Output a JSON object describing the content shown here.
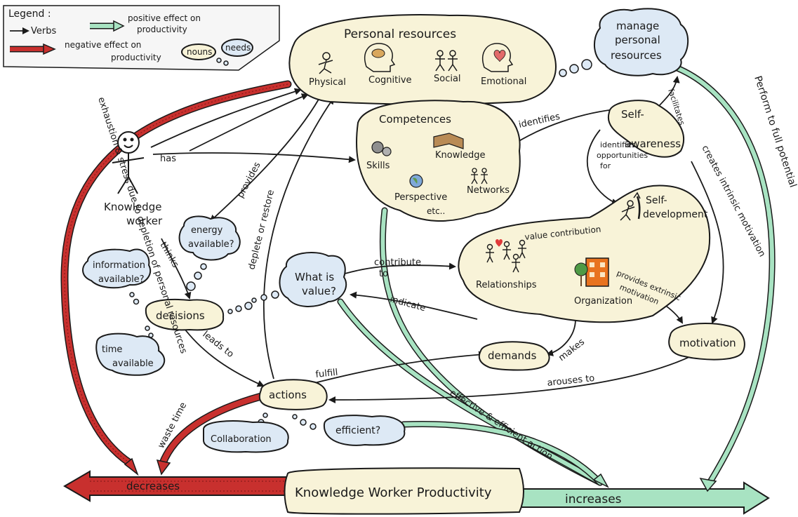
{
  "legend": {
    "title": "Legend :",
    "verbs": "Verbs",
    "positive": [
      "positive effect on",
      "productivity"
    ],
    "negative": [
      "negative effect on",
      "productivity"
    ],
    "nouns": "nouns",
    "needs": "needs"
  },
  "nodes": {
    "personal_resources": "Personal resources",
    "physical": "Physical",
    "cognitive": "Cognitive",
    "social": "Social",
    "emotional": "Emotional",
    "manage": [
      "manage",
      "personal",
      "resources"
    ],
    "competences": "Competences",
    "skills": "Skills",
    "knowledge": "Knowledge",
    "perspective": "Perspective",
    "etc": "etc..",
    "networks": "Networks",
    "self_awareness": [
      "Self-",
      "awareness"
    ],
    "knowledge_worker": [
      "Knowledge",
      "worker"
    ],
    "energy": [
      "energy",
      "available?"
    ],
    "information": [
      "information",
      "available?"
    ],
    "decisions": "decisions",
    "time": [
      "time",
      "available"
    ],
    "what_is_value": [
      "What is",
      "value?"
    ],
    "relationships": "Relationships",
    "organization": "Organization",
    "self_development": [
      "Self-",
      "development"
    ],
    "motivation": "motivation",
    "demands": "demands",
    "actions": "actions",
    "collaboration": "Collaboration",
    "efficient": "efficient?",
    "productivity": "Knowledge Worker Productivity",
    "decreases": "decreases",
    "increases": "increases"
  },
  "labels": {
    "has": "has",
    "provides": "provides",
    "thinks": "thinks",
    "leads_to": "leads to",
    "deplete": "deplete or restore",
    "identifies": "identifies",
    "facilitates": "facilitates",
    "identifies_opp": [
      "identifies",
      "opportunities",
      "for"
    ],
    "creates": "creates intrinsic motivation",
    "perform": "Perform to full potential",
    "exhaustion": "exhaustion & stress due to depletion of personal resources",
    "contribute": [
      "contribute",
      "to"
    ],
    "value_contribution": "value contribution",
    "provides_ext": [
      "provides extrinsic",
      "motivation"
    ],
    "indicate": "indicate",
    "makes": "makes",
    "fulfill": "fulfill",
    "arouses": "arouses to",
    "waste": "waste time",
    "effective": "effective & efficient action"
  }
}
